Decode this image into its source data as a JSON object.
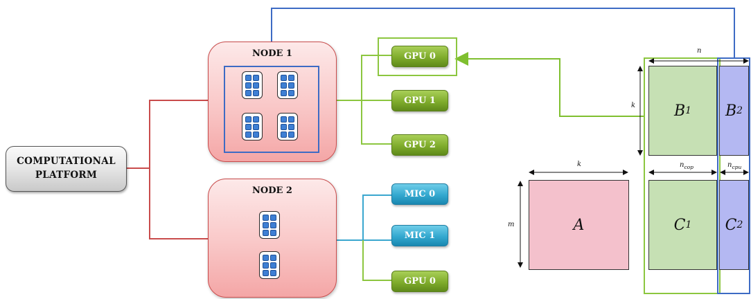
{
  "platform": {
    "line1": "COMPUTATIONAL",
    "line2": "PLATFORM"
  },
  "nodes": [
    {
      "title": "NODE 1"
    },
    {
      "title": "NODE 2"
    }
  ],
  "devices": {
    "node1": [
      {
        "label": "GPU 0"
      },
      {
        "label": "GPU 1"
      },
      {
        "label": "GPU 2"
      }
    ],
    "node2": [
      {
        "label": "MIC 0"
      },
      {
        "label": "MIC 1"
      },
      {
        "label": "GPU 0"
      }
    ]
  },
  "matrices": {
    "A": {
      "letter": "A"
    },
    "B1": {
      "letter": "B",
      "sub": "1"
    },
    "B2": {
      "letter": "B",
      "sub": "2"
    },
    "C1": {
      "letter": "C",
      "sub": "1"
    },
    "C2": {
      "letter": "C",
      "sub": "2"
    }
  },
  "dimensions": {
    "n": "n",
    "k_b": "k",
    "k_a": "k",
    "m": "m",
    "n_cop": {
      "base": "n",
      "sub": "cop"
    },
    "n_cpu": {
      "base": "n",
      "sub": "cpu"
    }
  },
  "colors": {
    "platform_wire": "#c94b4b",
    "gpu_wire": "#7fb03a",
    "mic_wire": "#3aa7cf",
    "highlight_blue": "#3d6bc4",
    "highlight_green": "#8cc63f"
  }
}
